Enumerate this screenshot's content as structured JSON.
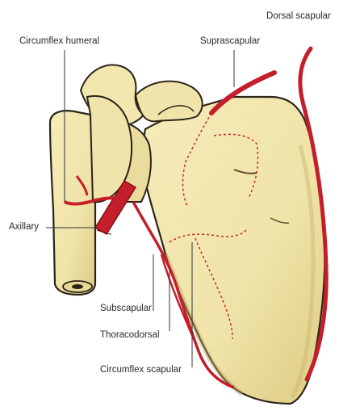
{
  "labels": {
    "dorsal_scapular": "Dorsal scapular",
    "circumflex_humeral": "Circumflex humeral",
    "suprascapular": "Suprascapular",
    "axillary": "Axillary",
    "subscapular": "Subscapular",
    "thoracodorsal": "Thoracodorsal",
    "circumflex_scapular": "Circumflex scapular"
  },
  "colors": {
    "bone": "#efe3a8",
    "bone_shadow": "#c9b56e",
    "outline": "#2b2418",
    "artery": "#c41e2a",
    "artery_dark": "#7d0f18",
    "leader": "#333333"
  }
}
